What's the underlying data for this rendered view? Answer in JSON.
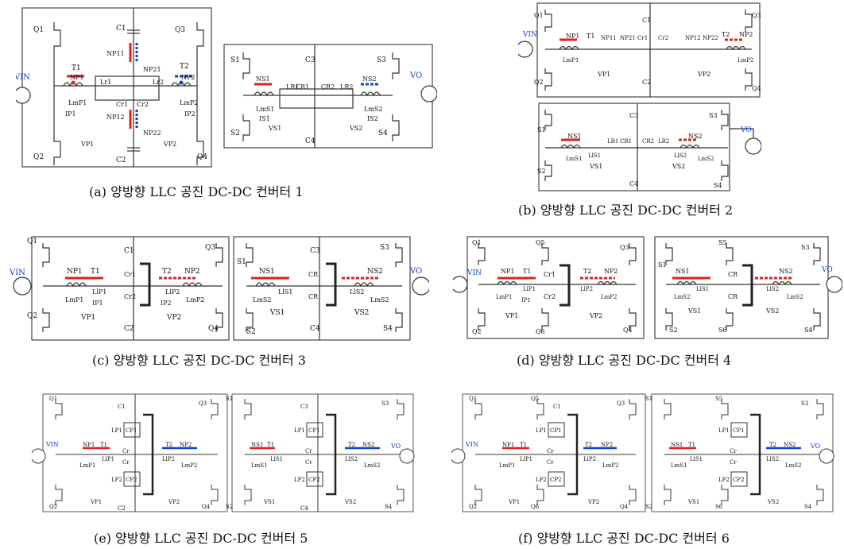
{
  "captions": {
    "a": "(a) 양방향 LLC 공진 DC-DC 컨버터 1",
    "b": "(b) 양방향 LLC 공진 DC-DC 컨버터 2",
    "c": "(c) 양방향 LLC 공진 DC-DC 컨버터 3",
    "d": "(d) 양방향 LLC 공진 DC-DC 컨버터 4",
    "e": "(e) 양방향 LLC 공진 DC-DC 컨버터 5",
    "f": "(f) 양방향 LLC 공진 DC-DC 컨버터 6"
  },
  "labels": {
    "vin": "VIN",
    "vo": "VO",
    "q1": "Q1",
    "q2": "Q2",
    "q3": "Q3",
    "q4": "Q4",
    "q5": "Q5",
    "q6": "Q6",
    "s1": "S1",
    "s2": "S2",
    "s3": "S3",
    "s4": "S4",
    "s5": "S5",
    "s6": "S6",
    "t1": "T1",
    "t2": "T2",
    "np1": "NP1",
    "np2": "NP2",
    "ns1": "NS1",
    "ns2": "NS2",
    "np11": "NP11",
    "np12": "NP12",
    "np21": "NP21",
    "np22": "NP22",
    "c1": "C1",
    "c2": "C2",
    "c3": "C3",
    "c4": "C4",
    "cr": "Cr",
    "cR": "CR",
    "cr1": "Cr1",
    "cr2": "Cr2",
    "cR1": "CR1",
    "cR2": "CR2",
    "lr1": "Lr1",
    "lr2": "Lr2",
    "lR1": "LR1",
    "lR2": "LR2",
    "lmp1": "LmP1",
    "lmp2": "LmP2",
    "lms1": "LmS1",
    "lms2": "LmS2",
    "llp1": "LlP1",
    "llp2": "LlP2",
    "lls1": "LlS1",
    "lls2": "LlS2",
    "lp1": "LP1",
    "lp2": "LP2",
    "cp1": "CP1",
    "cp2": "CP2",
    "ip1": "IP1",
    "ip2": "IP2",
    "is1": "IS1",
    "is2": "IS2",
    "vp1": "VP1",
    "vp2": "VP2",
    "vs1": "VS1",
    "vs2": "VS2"
  }
}
